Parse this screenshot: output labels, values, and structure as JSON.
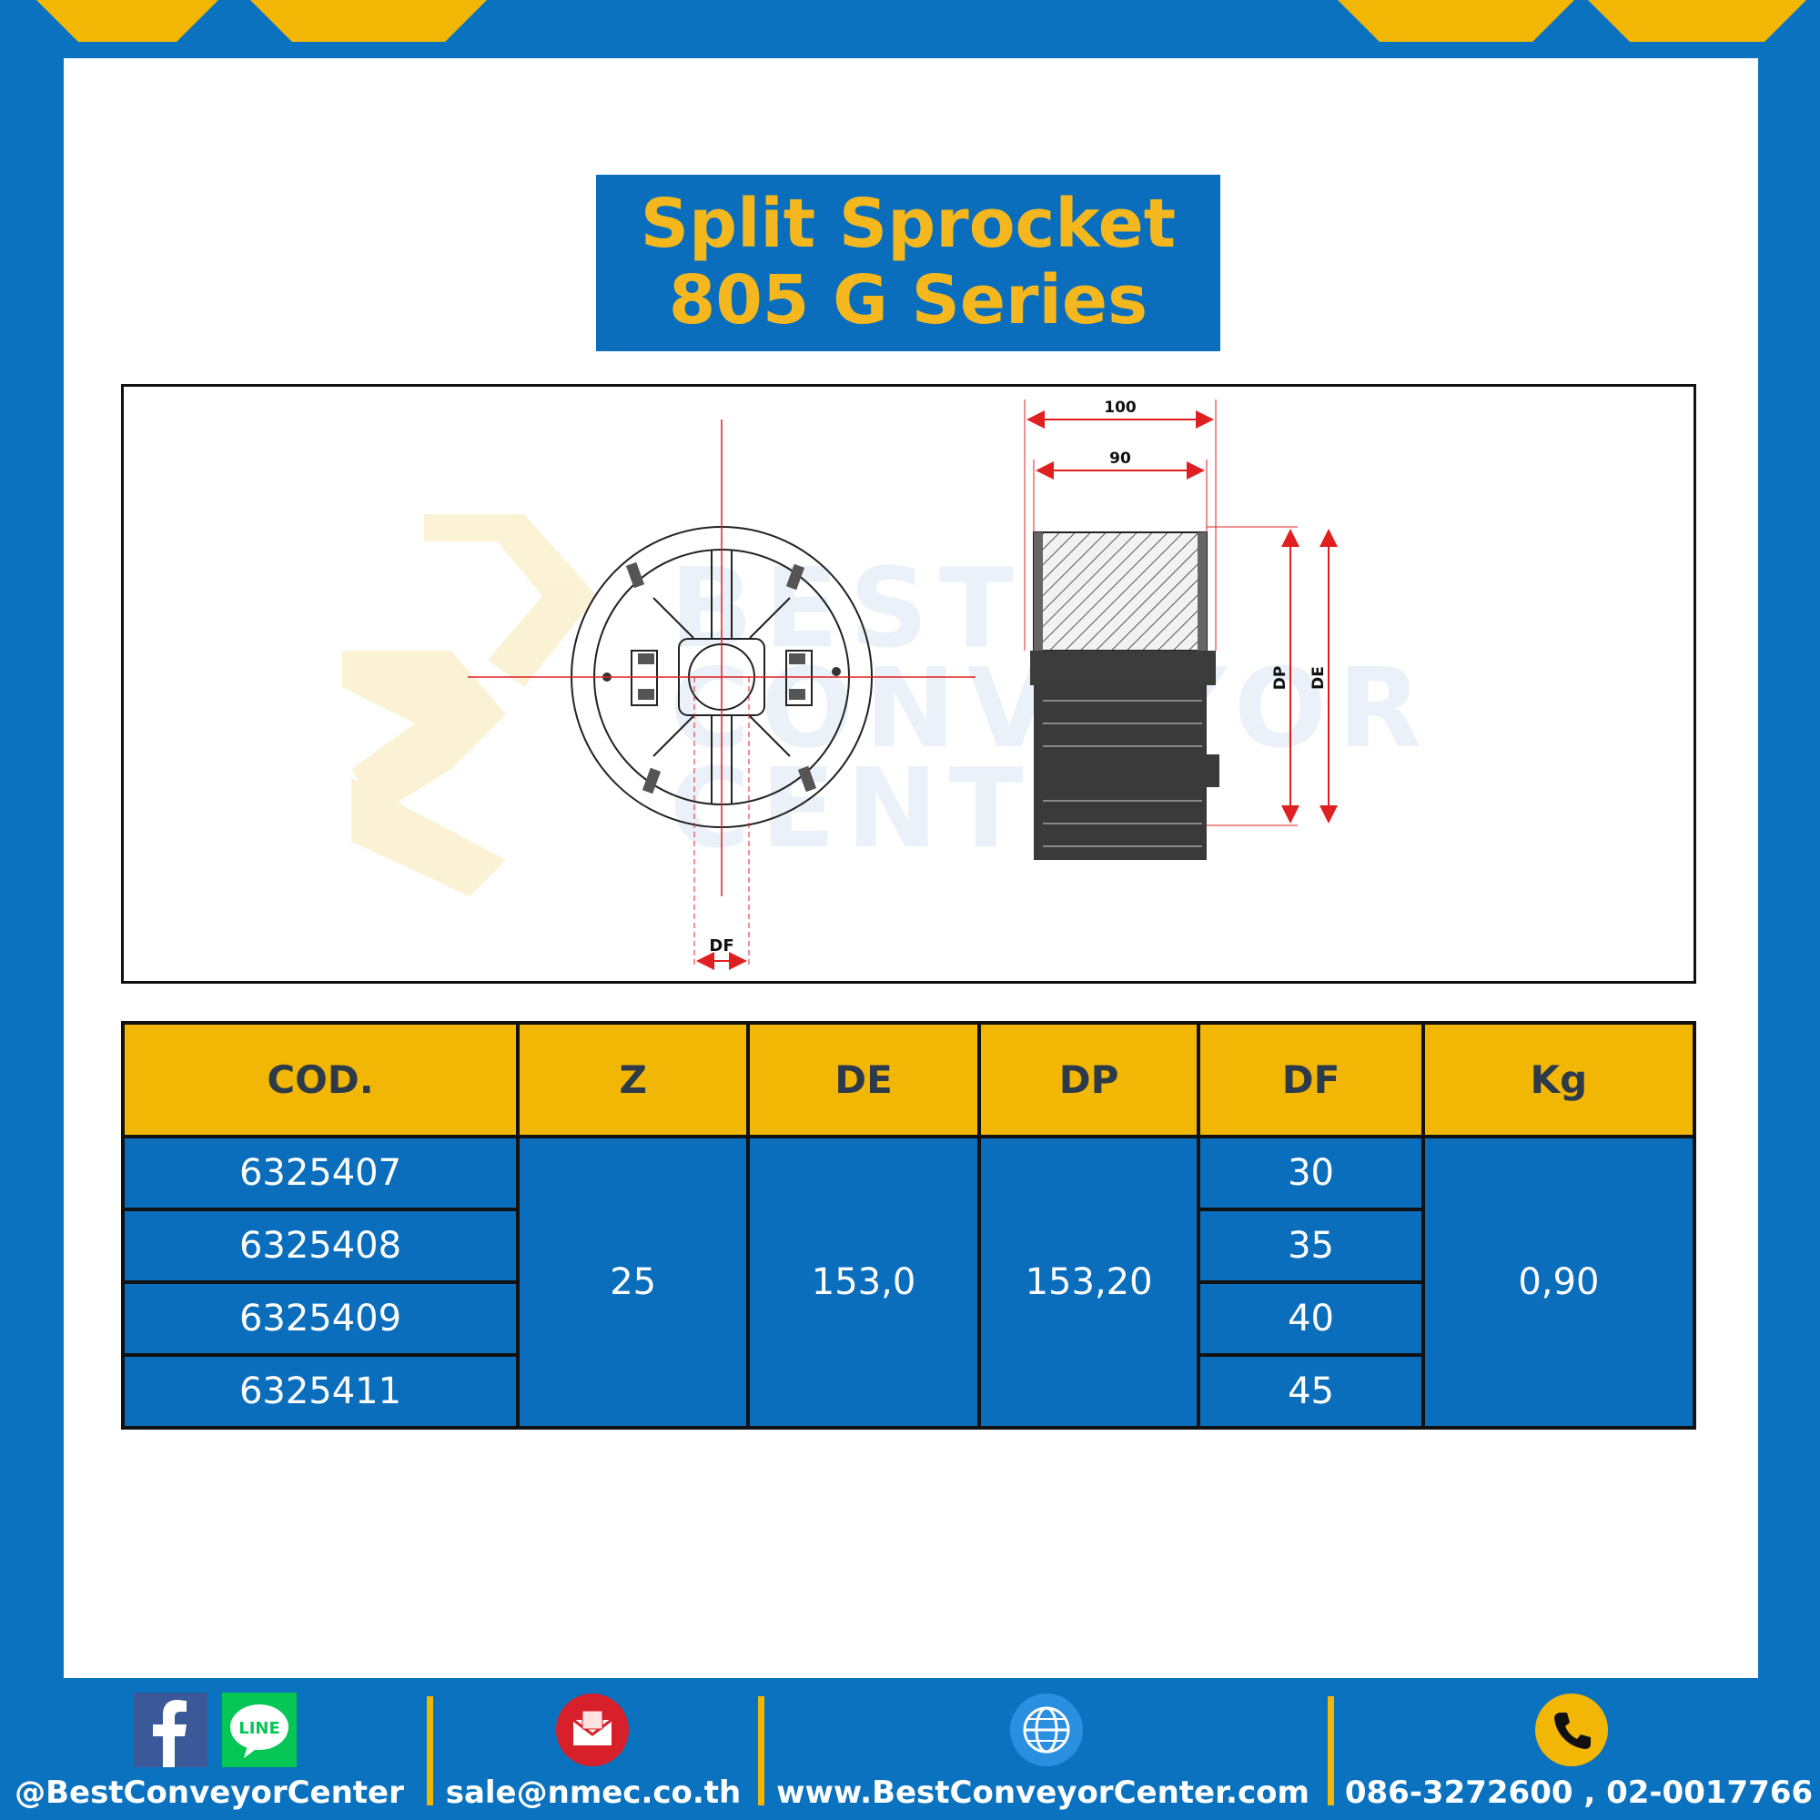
{
  "title": {
    "line1": "Split Sprocket",
    "line2": "805 G Series"
  },
  "drawing": {
    "watermark": {
      "line1": "BEST",
      "line2": "CONVEYOR",
      "line3": "CENTER"
    },
    "dims": {
      "width_outer": "100",
      "width_inner": "90",
      "dp": "DP",
      "de": "DE",
      "df": "DF"
    }
  },
  "table": {
    "headers": [
      "COD.",
      "Z",
      "DE",
      "DP",
      "DF",
      "Kg"
    ],
    "codes": [
      "6325407",
      "6325408",
      "6325409",
      "6325411"
    ],
    "z": "25",
    "de": "153,0",
    "dp": "153,20",
    "df": [
      "30",
      "35",
      "40",
      "45"
    ],
    "kg": "0,90"
  },
  "footer": {
    "social": "@BestConveyorCenter",
    "email": "sale@nmec.co.th",
    "website": "www.BestConveyorCenter.com",
    "phone": "086-3272600 , 02-0017766",
    "line_badge": "LINE"
  },
  "colors": {
    "brand_blue": "#0a72bf",
    "brand_yellow": "#f2b705",
    "title_text": "#f4b81e"
  },
  "icons": [
    "facebook-icon",
    "line-icon",
    "email-icon",
    "globe-icon",
    "phone-icon"
  ]
}
